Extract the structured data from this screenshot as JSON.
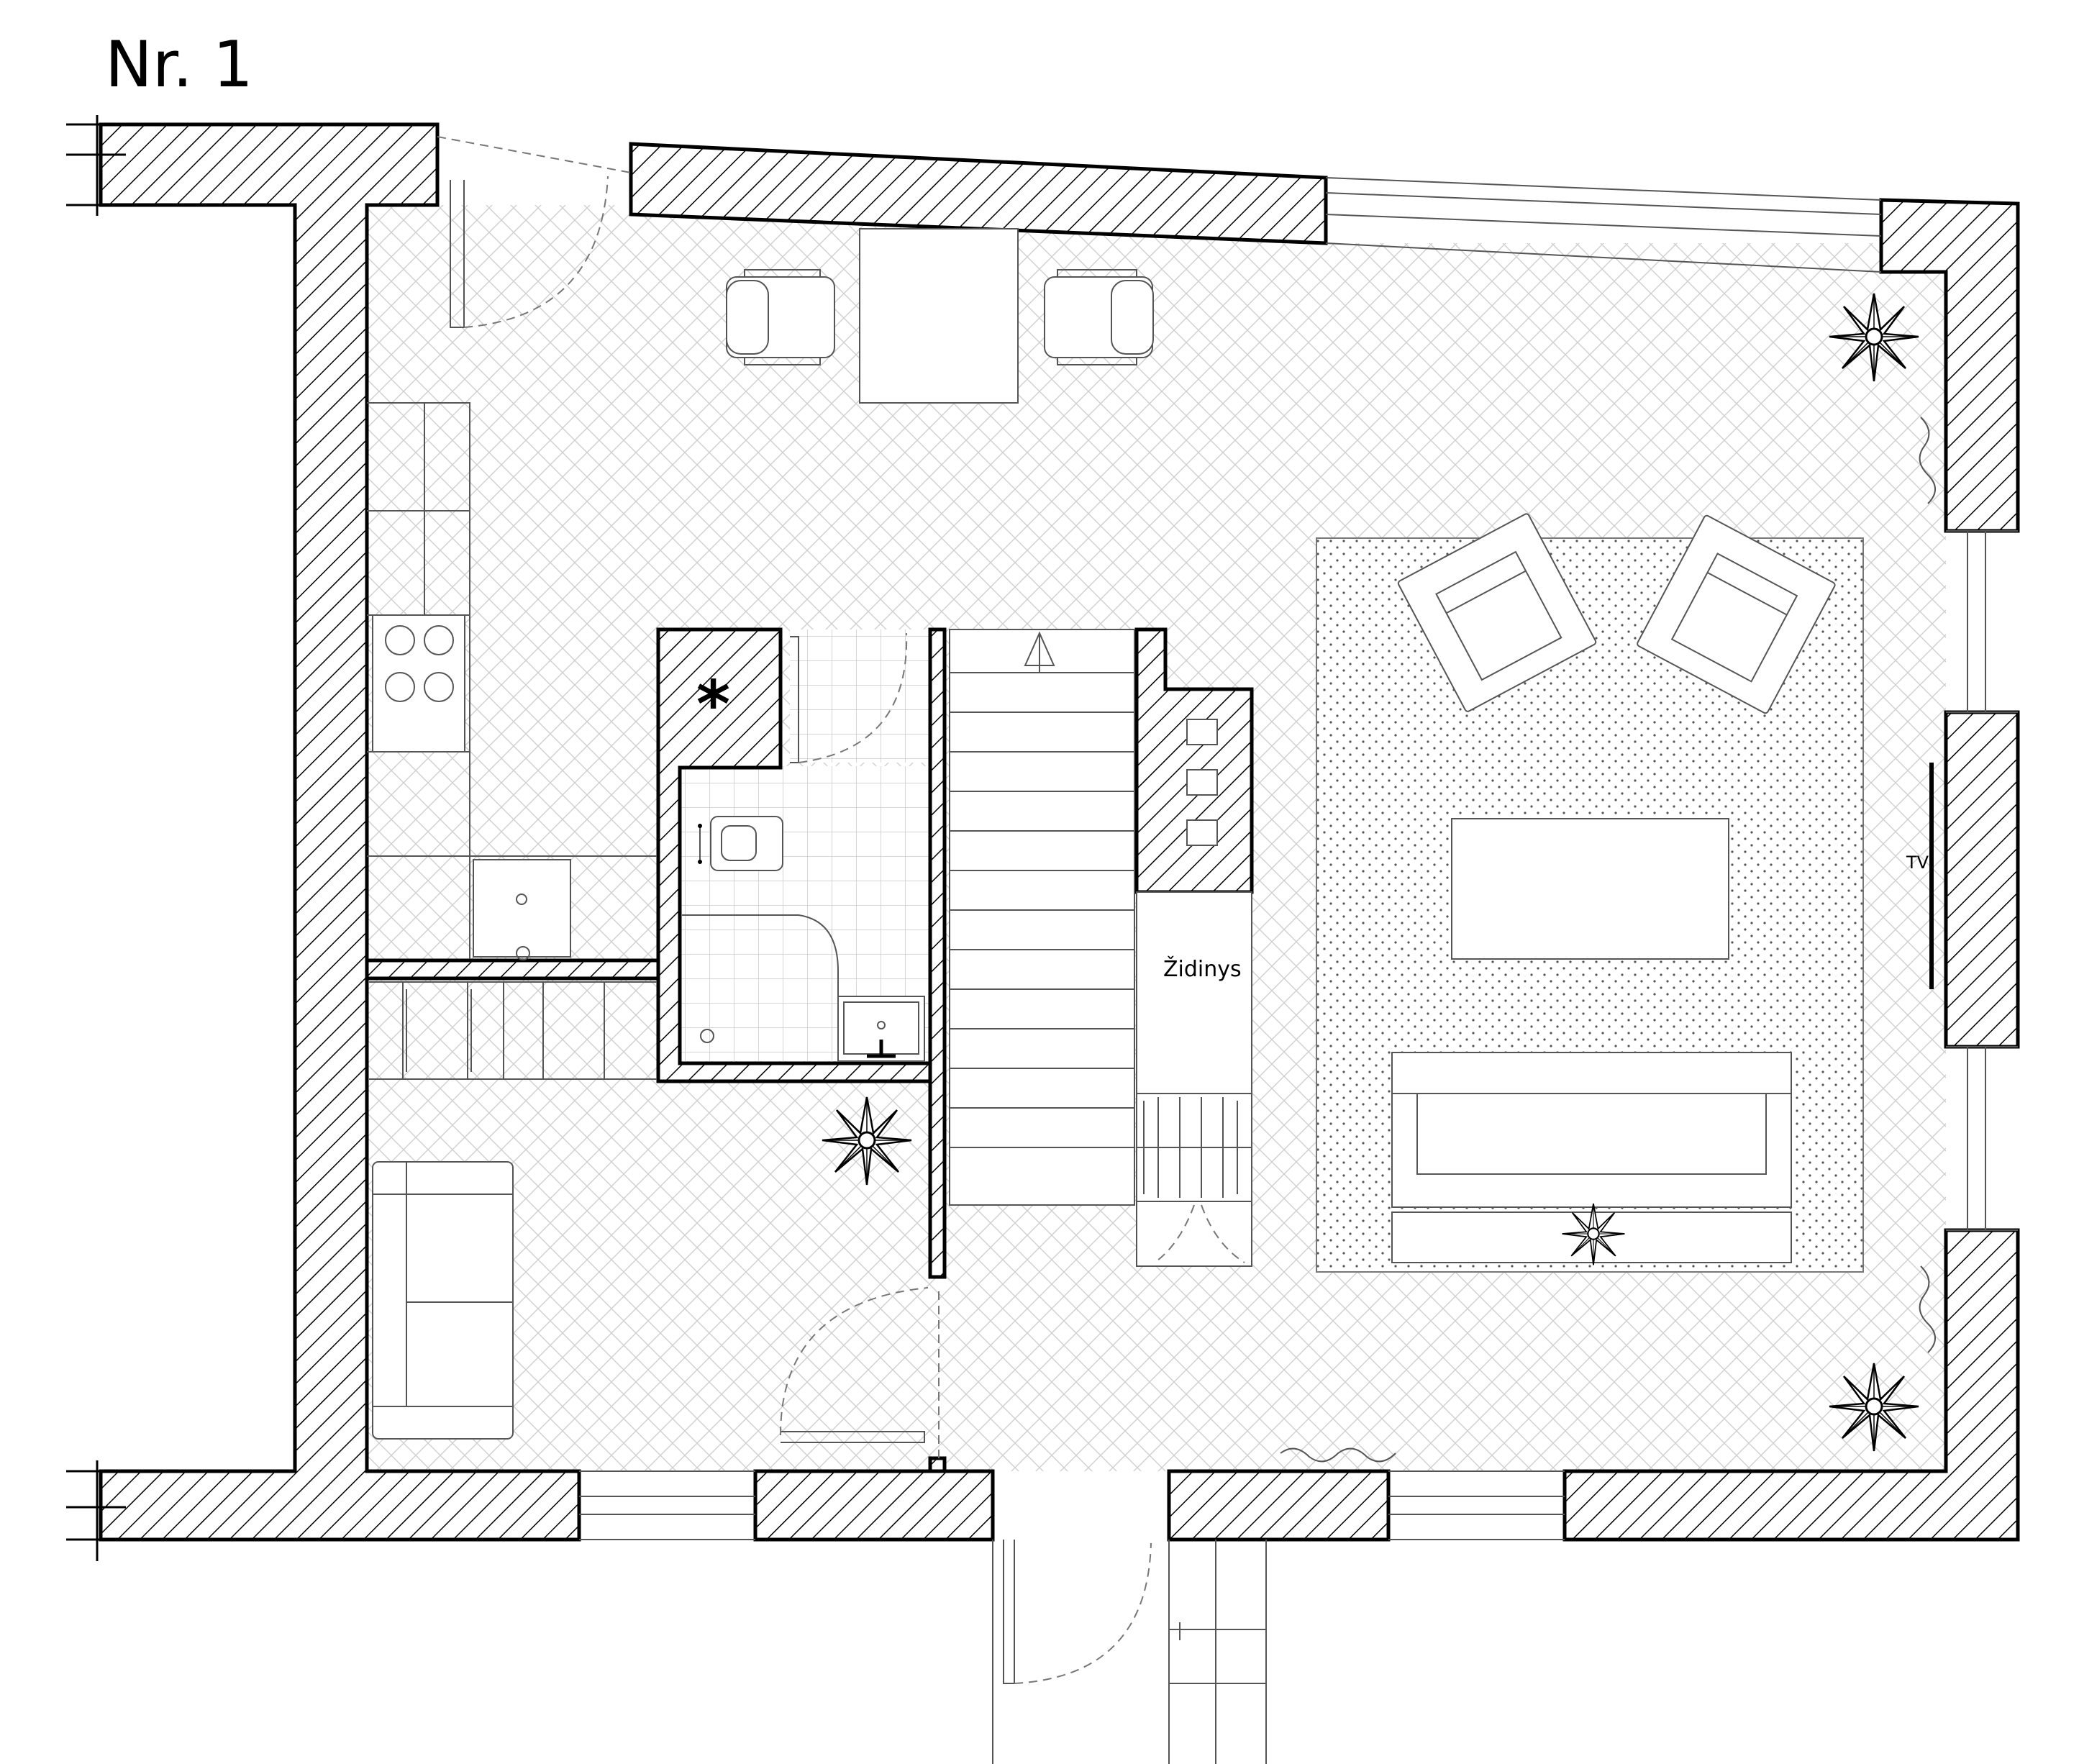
{
  "title": "Nr. 1",
  "labels": {
    "fireplace": "Židinys",
    "tv": "TV",
    "chimney_mark": "*"
  }
}
